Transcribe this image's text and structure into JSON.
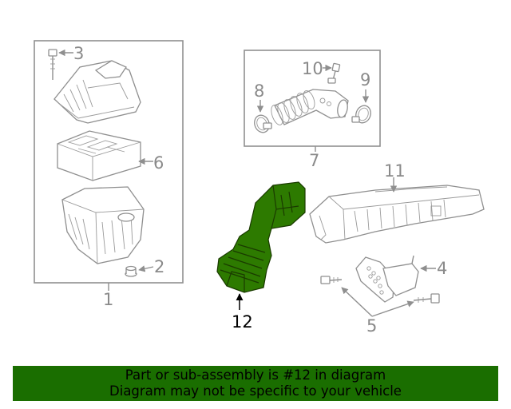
{
  "callouts": {
    "c1": "1",
    "c2": "2",
    "c3": "3",
    "c4": "4",
    "c5": "5",
    "c6": "6",
    "c7": "7",
    "c8": "8",
    "c9": "9",
    "c10": "10",
    "c11": "11",
    "c12": "12"
  },
  "highlight": {
    "part_number": "12",
    "color": "#2d7a00"
  },
  "banner": {
    "line1": "Part or sub-assembly is #12 in diagram",
    "line2": "Diagram may not be specific to your vehicle",
    "background": "#1a6e00"
  }
}
